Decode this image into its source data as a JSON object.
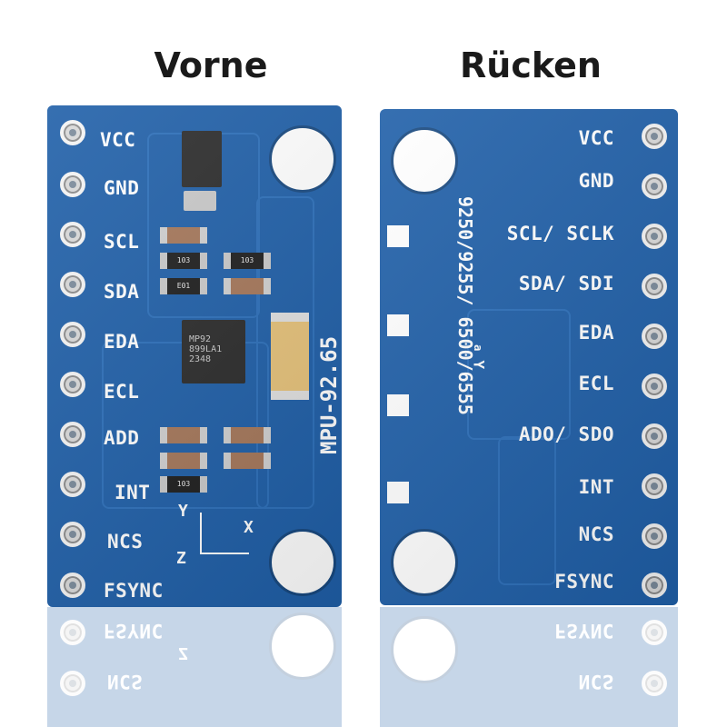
{
  "headings": {
    "front": "Vorne",
    "back": "Rücken"
  },
  "front": {
    "pin_labels": [
      "VCC",
      "GND",
      "SCL",
      "SDA",
      "EDA",
      "ECL",
      "ADD",
      "INT",
      "NCS",
      "FSYNC"
    ],
    "board_name": "MPU-92.65",
    "chip_text": [
      "MP92",
      "899LA1",
      "2348"
    ],
    "resistor_codes": [
      "103",
      "E01",
      "103",
      "103"
    ],
    "axes": {
      "y": "Y",
      "x": "X",
      "z": "Z"
    }
  },
  "back": {
    "pin_labels": [
      "VCC",
      "GND",
      "SCL/ SCLK",
      "SDA/ SDI",
      "EDA",
      "ECL",
      "ADO/ SDO",
      "INT",
      "NCS",
      "FSYNC"
    ],
    "vertical_text": "9250/9255/ 6500/6555",
    "axis_marks": [
      "Y",
      "a"
    ]
  },
  "reflection": {
    "front_labels": [
      "FSYNC",
      "NCS"
    ],
    "back_labels": [
      "FSYNC",
      "NCS"
    ],
    "front_axis": "Z"
  },
  "colors": {
    "board": "#1f5fa8",
    "silkscreen": "#ffffff",
    "pad": "#d9d9d9"
  }
}
